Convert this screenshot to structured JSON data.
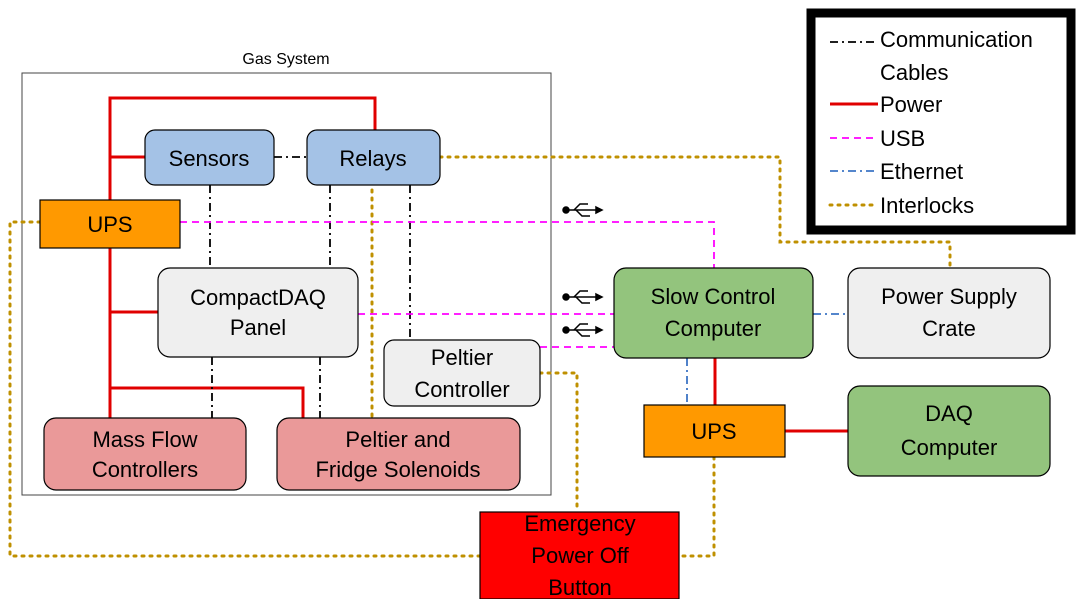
{
  "gas_system": {
    "label": "Gas System"
  },
  "nodes": {
    "sensors": {
      "label": "Sensors",
      "fill": "#a4c2e6"
    },
    "relays": {
      "label": "Relays",
      "fill": "#a4c2e6"
    },
    "ups_gas": {
      "label": "UPS",
      "fill": "#ff9900"
    },
    "compactdaq": {
      "line1": "CompactDAQ",
      "line2": "Panel",
      "fill": "#efefef"
    },
    "peltier_controller": {
      "line1": "Peltier",
      "line2": "Controller",
      "fill": "#efefef"
    },
    "mass_flow": {
      "line1": "Mass Flow",
      "line2": "Controllers",
      "fill": "#ea9999"
    },
    "peltier_fridge": {
      "line1": "Peltier and",
      "line2": "Fridge Solenoids",
      "fill": "#ea9999"
    },
    "slow_control": {
      "line1": "Slow Control",
      "line2": "Computer",
      "fill": "#93c47d"
    },
    "power_supply": {
      "line1": "Power Supply",
      "line2": "Crate",
      "fill": "#efefef"
    },
    "ups_right": {
      "label": "UPS",
      "fill": "#ff9900"
    },
    "daq_computer": {
      "line1": "DAQ",
      "line2": "Computer",
      "fill": "#93c47d"
    },
    "emergency": {
      "line1": "Emergency",
      "line2": "Power Off",
      "line3": "Button",
      "fill": "#ff0000"
    }
  },
  "usb_icon": {
    "glyph": "•⊂",
    "name": "usb-icon"
  },
  "legend": {
    "items": [
      {
        "label1": "Communication",
        "label2": "Cables",
        "style": "dashdot",
        "color": "#000000"
      },
      {
        "label1": "Power",
        "style": "solid",
        "color": "#e00000"
      },
      {
        "label1": "USB",
        "style": "dashed",
        "color": "#ff00ff"
      },
      {
        "label1": "Ethernet",
        "style": "dashdot",
        "color": "#3d75c5"
      },
      {
        "label1": "Interlocks",
        "style": "dotted",
        "color": "#bf9000"
      }
    ]
  }
}
